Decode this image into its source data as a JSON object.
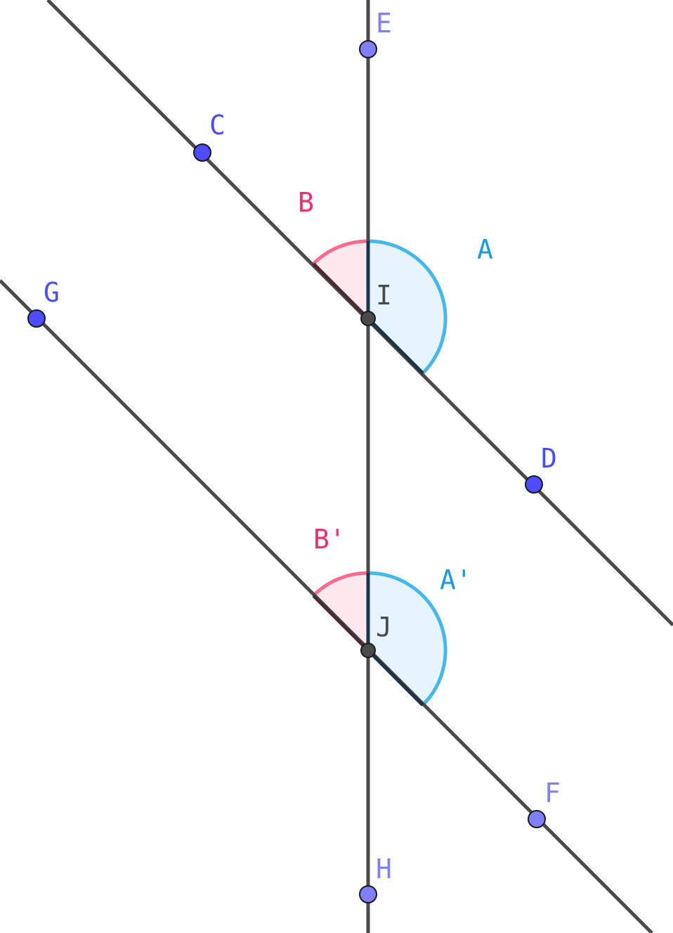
{
  "diagram": {
    "colors": {
      "line": "#4a4a4a",
      "free_point": "#4d4dff",
      "dependent_point": "#7f7fff",
      "intersection_point": "#4a4a4a",
      "angle_alpha_stroke": "#45b8f0",
      "angle_alpha_fill": "#e6f5fd",
      "angle_beta_stroke": "#ff6b8e",
      "angle_beta_fill": "#ffe8ee",
      "label_alpha": "#1a9be6",
      "label_beta": "#f0306a",
      "label_point_free": "#4d4dff",
      "label_point_dep": "#7f7fff",
      "label_intersection": "#4a4a4a"
    },
    "points": {
      "C": "C",
      "D": "D",
      "E": "E",
      "F": "F",
      "G": "G",
      "H": "H",
      "I": "I",
      "J": "J"
    },
    "angles": {
      "A": "A",
      "B": "B",
      "A_prime": "A'",
      "B_prime": "B'"
    }
  }
}
